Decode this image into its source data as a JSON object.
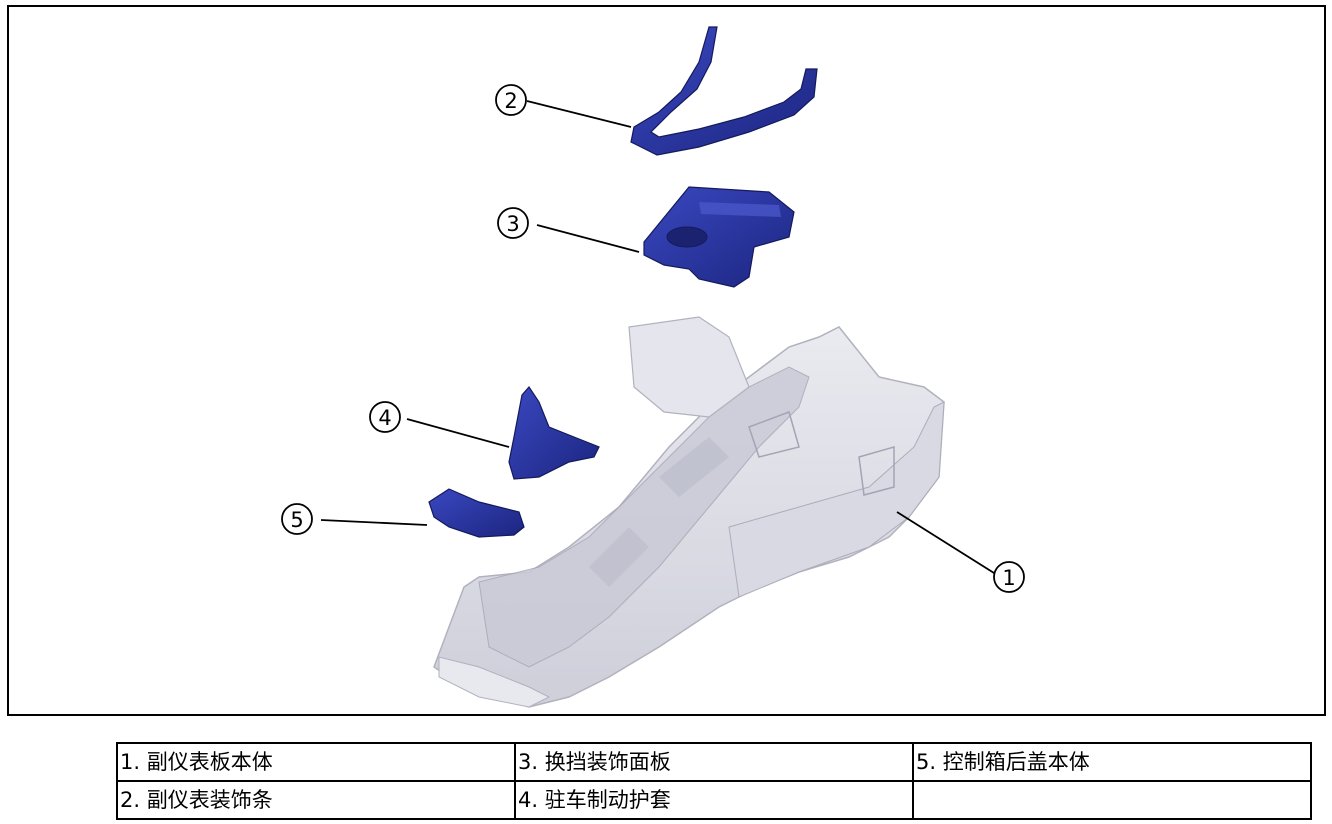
{
  "callouts": [
    {
      "number": "1",
      "label": "①"
    },
    {
      "number": "2",
      "label": "②"
    },
    {
      "number": "3",
      "label": "③"
    },
    {
      "number": "4",
      "label": "④"
    },
    {
      "number": "5",
      "label": "⑤"
    }
  ],
  "colors": {
    "highlight_part": "#2b38a8",
    "highlight_dark": "#1b2370",
    "ghost_body": "#dcdde6",
    "frame": "#000000"
  },
  "legend": {
    "rows": [
      [
        "1. 副仪表板本体",
        "3. 换挡装饰面板",
        "5. 控制箱后盖本体"
      ],
      [
        "2. 副仪表装饰条",
        "4. 驻车制动护套",
        ""
      ]
    ]
  }
}
